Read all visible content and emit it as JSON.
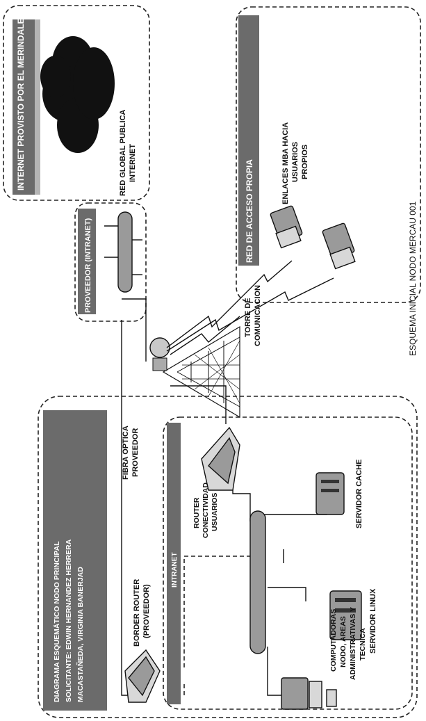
{
  "title_lines": [
    "DIAGRAMA ESQUEMÁTICO NODO PRINCIPAL",
    "SOLICITANTE: EDWIN HERNANDEZ HERRERA",
    "MACASTAÑEDA, VIRGINIA BANERJAD"
  ],
  "internet_box": {
    "header": "INTERNET PROVISTO POR EL MERINDALES",
    "cloud_label_1": "RED GLOBAL PUBLICA",
    "cloud_label_2": "INTERNET"
  },
  "provider_box": {
    "header": "PROVEEDOR (INTRANET)"
  },
  "access_box": {
    "header": "RED DE ACCESO PROPIA",
    "label_1": "ENLACES MBA HACIA",
    "label_2": "USUARIOS",
    "label_3": "PROPIOS"
  },
  "tower": {
    "label_1": "TORRE DE",
    "label_2": "COMUNICACION"
  },
  "fiber": {
    "label_1": "FIBRA OPTICA",
    "label_2": "PROVEEDOR"
  },
  "border_router": {
    "label_1": "BORDER ROUTER",
    "label_2": "(PROVEEDOR)"
  },
  "router": {
    "label_1": "ROUTER",
    "label_2": "CONECTIVIDAD",
    "label_3": "USUARIOS"
  },
  "intranet_label": "INTRANET",
  "computers": {
    "label_1": "COMPUTADORAS",
    "label_2": "NODO, AREAS",
    "label_3": "ADMINISTRATIVAS Y",
    "label_4": "TECNICA"
  },
  "server_linux": "SERVIDOR LINUX",
  "server_cache": "SERVIDOR CACHE",
  "caption": "ESQUEMA INICIAL NODO MERCAU 001"
}
